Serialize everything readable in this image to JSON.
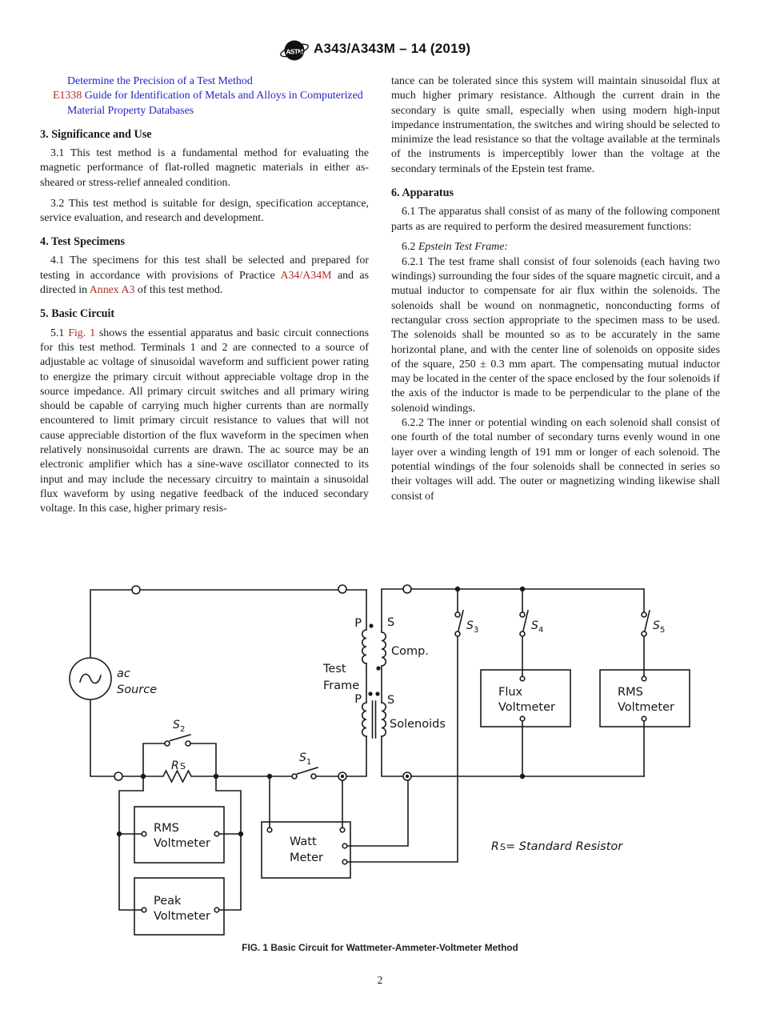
{
  "header": {
    "logo": "ASTM",
    "title": "A343/A343M – 14 (2019)"
  },
  "left_column": {
    "references": [
      {
        "parts": [
          {
            "t": "Determine the Precision of a Test Method",
            "s": "blue"
          }
        ]
      },
      {
        "parts": [
          {
            "t": "E1338 ",
            "s": "red"
          },
          {
            "t": "Guide for Identification of Metals and Alloys in Computerized Material Property Databases",
            "s": "blue"
          }
        ]
      }
    ],
    "sec3_heading": "3.  Significance and Use",
    "p31": "3.1  This test method is a fundamental method for evaluating the magnetic performance of flat-rolled magnetic materials in either as-sheared or stress-relief annealed condition.",
    "p32": "3.2  This test method is suitable for design, specification acceptance, service evaluation, and research and development.",
    "sec4_heading": "4.  Test Specimens",
    "p41": {
      "parts": [
        {
          "t": "4.1 The specimens for this test shall be selected and prepared for testing in accordance with provisions of Practice "
        },
        {
          "t": "A34/A34M",
          "s": "red"
        },
        {
          "t": " and as directed in "
        },
        {
          "t": "Annex A3",
          "s": "red"
        },
        {
          "t": " of this test method."
        }
      ]
    },
    "sec5_heading": "5.  Basic Circuit",
    "p51": {
      "parts": [
        {
          "t": "5.1 "
        },
        {
          "t": "Fig. 1",
          "s": "red"
        },
        {
          "t": " shows the essential apparatus and basic circuit connections for this test method. Terminals 1 and 2 are connected to a source of adjustable ac voltage of sinusoidal waveform and sufficient power rating to energize the primary circuit without appreciable voltage drop in the source impedance. All primary circuit switches and all primary wiring should be capable of carrying much higher currents than are normally encountered to limit primary circuit resistance to values that will not cause appreciable distortion of the flux waveform in the specimen when relatively nonsinusoidal currents are drawn. The ac source may be an electronic amplifier which has a sine-wave oscillator connected to its input and may include the necessary circuitry to maintain a sinusoidal flux waveform by using negative feedback of the induced secondary voltage. In this case, higher primary resis-"
        }
      ]
    }
  },
  "right_column": {
    "cont": "tance can be tolerated since this system will maintain sinusoidal flux at much higher primary resistance. Although the current drain in the secondary is quite small, especially when using modern high-input impedance instrumentation, the switches and wiring should be selected to minimize the lead resistance so that the voltage available at the terminals of the instruments is imperceptibly lower than the voltage at the secondary terminals of the Epstein test frame.",
    "sec6_heading": "6.  Apparatus",
    "p61": "6.1  The apparatus shall consist of as many of the following component parts as are required to perform the desired measurement functions:",
    "p62": {
      "parts": [
        {
          "t": "6.2 "
        },
        {
          "t": "Epstein Test Frame:",
          "s": "it"
        }
      ]
    },
    "p621": "6.2.1  The test frame shall consist of four solenoids (each having two windings) surrounding the four sides of the square magnetic circuit, and a mutual inductor to compensate for air flux within the solenoids. The solenoids shall be wound on nonmagnetic, nonconducting forms of rectangular cross section appropriate to the specimen mass to be used. The solenoids shall be mounted so as to be accurately in the same horizontal plane, and with the center line of solenoids on opposite sides of the square, 250 ± 0.3 mm apart. The compensating mutual inductor may be located in the center of the space enclosed by the four solenoids if the axis of the inductor is made to be perpendicular to the plane of the solenoid windings.",
    "p622": "6.2.2  The inner or potential winding on each solenoid shall consist of one fourth of the total number of secondary turns evenly wound in one layer over a winding length of 191 mm or longer of each solenoid. The potential windings of the four solenoids shall be connected in series so their voltages will add. The outer or magnetizing winding likewise shall consist of"
  },
  "figure": {
    "ac_source": [
      "ac",
      "Source"
    ],
    "test_frame": [
      "Test",
      "Frame"
    ],
    "winding_p": "P",
    "winding_s": "S",
    "comp_label": "Comp.",
    "solenoids_label": "Solenoids",
    "switches": {
      "s1": {
        "name": "S",
        "sub": "1"
      },
      "s2": {
        "name": "S",
        "sub": "2"
      },
      "s3": {
        "name": "S",
        "sub": "3"
      },
      "s4": {
        "name": "S",
        "sub": "4"
      },
      "s5": {
        "name": "S",
        "sub": "5"
      }
    },
    "rs": {
      "name": "R",
      "sub": "S"
    },
    "meters": {
      "rms_left": [
        "RMS",
        "Voltmeter"
      ],
      "peak": [
        "Peak",
        "Voltmeter"
      ],
      "watt": [
        "Watt",
        "Meter"
      ],
      "flux": [
        "Flux",
        "Voltmeter"
      ],
      "rms_right": [
        "RMS",
        "Voltmeter"
      ]
    },
    "legend": {
      "r": "R",
      "sub": "S",
      "rest": " = Standard Resistor"
    },
    "caption": "FIG. 1  Basic Circuit for Wattmeter-Ammeter-Voltmeter Method"
  },
  "footer": {
    "page_number": "2"
  }
}
